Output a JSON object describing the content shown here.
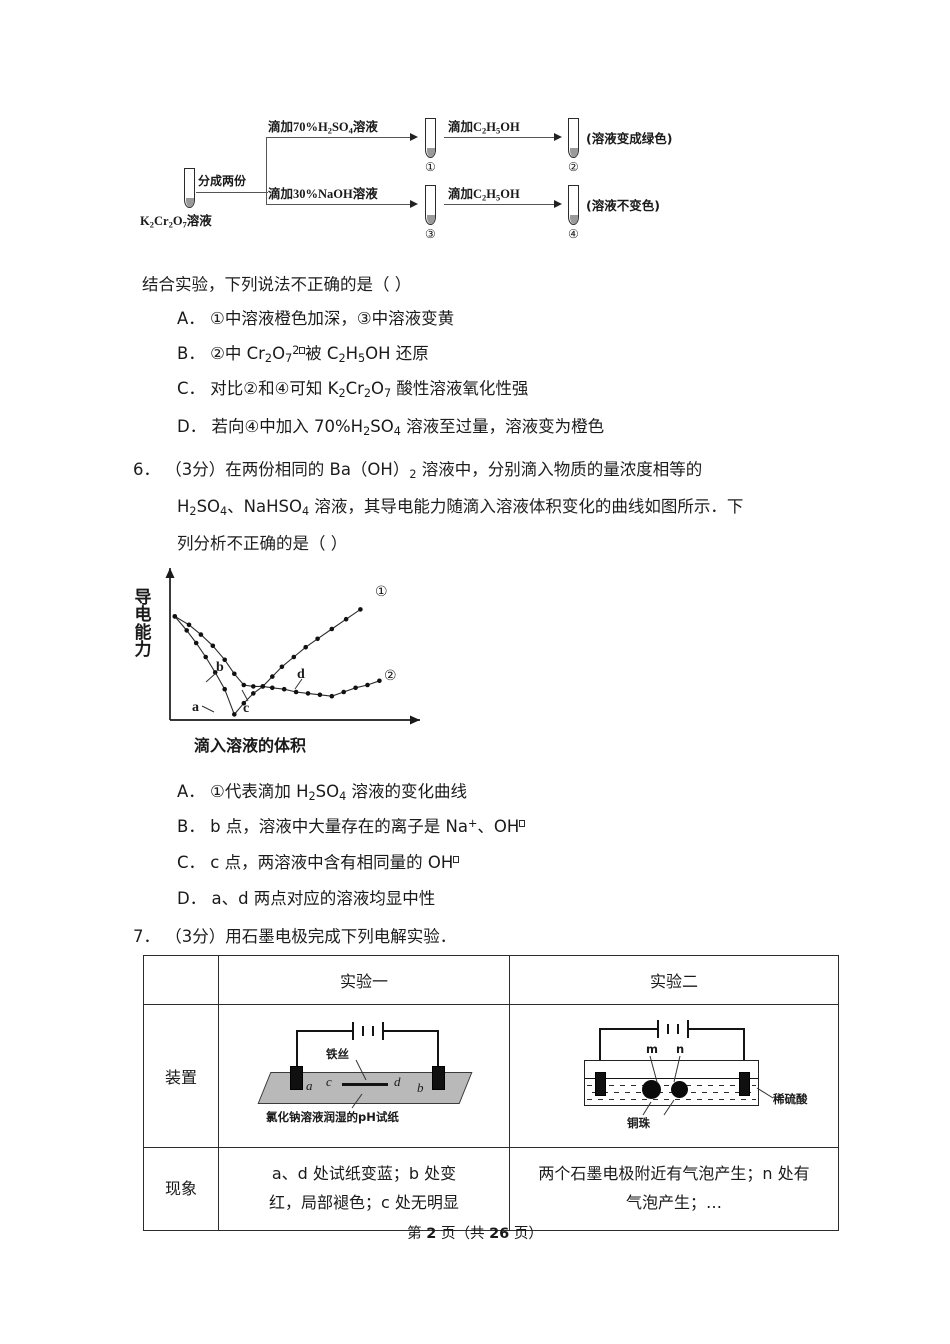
{
  "document": {
    "footer": "第 2 页（共 26 页）",
    "footer_page": "2",
    "footer_total": "26"
  },
  "flow_diagram": {
    "source_label": "K2Cr2O7溶液",
    "source_label_parts": {
      "pre": "K",
      "s1": "2",
      "mid": "Cr",
      "s2": "2",
      "mid2": "O",
      "s3": "7",
      "post": "溶液"
    },
    "split_label": "分成两份",
    "branch_top_label": "滴加70%H2SO4溶液",
    "branch_bottom_label": "滴加30%NaOH溶液",
    "second_top_label": "滴加C2H5OH",
    "second_bottom_label": "滴加C2H5OH",
    "tube1": "①",
    "tube2": "②",
    "tube3": "③",
    "tube4": "④",
    "result_top": "(溶液变成绿色)",
    "result_bottom": "(溶液不变色)"
  },
  "question5": {
    "stem": "结合实验，下列说法不正确的是（      ）",
    "options": [
      {
        "letter": "A．",
        "text": "①中溶液橙色加深，③中溶液变黄"
      },
      {
        "letter": "B．",
        "text": "②中 Cr2O7 2− 被 C2H5OH 还原"
      },
      {
        "letter": "C．",
        "text": "对比②和④可知 K2Cr2O7 酸性溶液氧化性强"
      },
      {
        "letter": "D．",
        "text": "若向④中加入 70%H2SO4 溶液至过量，溶液变为橙色"
      }
    ]
  },
  "question6": {
    "number": "6．",
    "score": "（3分）",
    "stem_line1": "在两份相同的 Ba（OH）2 溶液中，分别滴入物质的量浓度相等的",
    "stem_line2": "H2SO4、NaHSO4 溶液，其导电能力随滴入溶液体积变化的曲线如图所示．下",
    "stem_line3": "列分析不正确的是（      ）",
    "options": [
      {
        "letter": "A．",
        "text": "①代表滴加 H2SO4 溶液的变化曲线"
      },
      {
        "letter": "B．",
        "text": "b 点，溶液中大量存在的离子是 Na+、OH−"
      },
      {
        "letter": "C．",
        "text": "c 点，两溶液中含有相同量的 OH−"
      },
      {
        "letter": "D．",
        "text": "a、d 两点对应的溶液均显中性"
      }
    ]
  },
  "chart_data": {
    "type": "line",
    "title": "",
    "xlabel": "滴入溶液的体积",
    "ylabel": "导电能力",
    "grid": false,
    "legend_position": "right-end-of-curve",
    "axis_ranges": {
      "x": [
        0,
        100
      ],
      "y": [
        0,
        100
      ]
    },
    "point_labels": [
      {
        "name": "a",
        "x": 23,
        "y": 5
      },
      {
        "name": "b",
        "x": 28,
        "y": 26
      },
      {
        "name": "c",
        "x": 40,
        "y": 24
      },
      {
        "name": "d",
        "x": 67,
        "y": 22
      }
    ],
    "series": [
      {
        "name": "①",
        "tag": "①",
        "comment": "steeper initial fall to minimum at a then steep rise",
        "x": [
          2,
          7,
          11,
          15,
          19,
          23,
          27,
          31,
          35,
          39,
          43,
          47,
          52,
          57,
          62,
          68,
          74,
          80
        ],
        "y": [
          74,
          64,
          55,
          45,
          34,
          22,
          4,
          12,
          19,
          24,
          31,
          38,
          45,
          52,
          58,
          65,
          72,
          79
        ]
      },
      {
        "name": "②",
        "tag": "②",
        "comment": "shallower fall to b then flat plateau dipping to d then slow rise",
        "x": [
          2,
          8,
          13,
          18,
          23,
          27,
          31,
          35,
          39,
          43,
          48,
          53,
          58,
          63,
          68,
          73,
          78,
          83,
          88
        ],
        "y": [
          74,
          68,
          61,
          53,
          43,
          33,
          25,
          24,
          24,
          23,
          22,
          20,
          19,
          18,
          17,
          20,
          23,
          25,
          28
        ]
      }
    ]
  },
  "question7": {
    "number": "7．",
    "score": "（3分）",
    "stem": "用石墨电极完成下列电解实验．"
  },
  "exp_table": {
    "headers": [
      "",
      "实验一",
      "实验二"
    ],
    "rows": [
      {
        "label": "装置",
        "exp1_figure": {
          "fe_wire_label": "铁丝",
          "paper_label": "氯化钠溶液润湿的pH试纸",
          "points": [
            "a",
            "c",
            "d",
            "b"
          ]
        },
        "exp2_figure": {
          "electrode_labels": [
            "m",
            "n"
          ],
          "bead_label": "铜珠",
          "acid_label": "稀硫酸"
        }
      },
      {
        "label": "现象",
        "exp1_text_line1": "a、d 处试纸变蓝；b 处变",
        "exp1_text_line2": "红，局部褪色；c 处无明显",
        "exp2_text_line1": "两个石墨电极附近有气泡产生；n 处有",
        "exp2_text_line2": "气泡产生；…"
      }
    ]
  }
}
